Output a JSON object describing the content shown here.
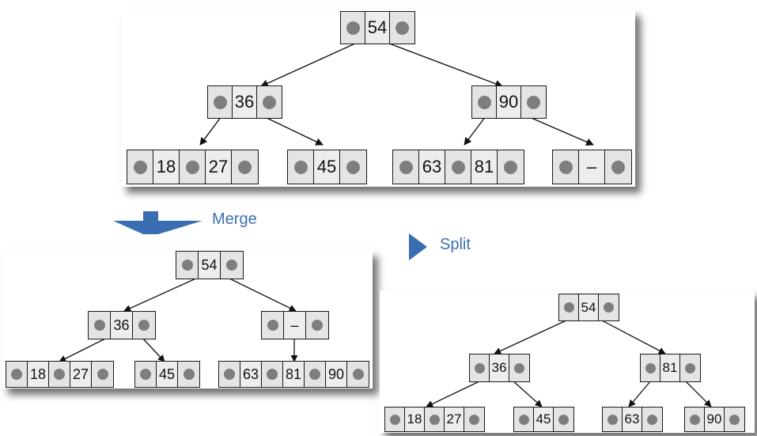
{
  "colors": {
    "arrow_fill": "#3a6eb2",
    "label_text": "#3e6fb1",
    "pointer_dot": "#7e7e7e",
    "cell_fill": "#e4e4e4"
  },
  "labels": {
    "merge": "Merge",
    "split": "Split"
  },
  "trees": {
    "original": {
      "root": [
        "54"
      ],
      "level1": [
        [
          "36"
        ],
        [
          "90"
        ]
      ],
      "leaves": [
        [
          "18",
          "27"
        ],
        [
          "45"
        ],
        [
          "63",
          "81"
        ],
        [
          "–"
        ]
      ]
    },
    "merge": {
      "root": [
        "54"
      ],
      "level1": [
        [
          "36"
        ],
        [
          "–"
        ]
      ],
      "leaves": [
        [
          "18",
          "27"
        ],
        [
          "45"
        ],
        [
          "63",
          "81"
        ]
      ],
      "overflow_key": "90"
    },
    "split": {
      "root": [
        "54"
      ],
      "level1": [
        [
          "36"
        ],
        [
          "81"
        ]
      ],
      "leaves": [
        [
          "18",
          "27"
        ],
        [
          "45"
        ],
        [
          "63"
        ],
        [
          "90"
        ]
      ]
    }
  }
}
